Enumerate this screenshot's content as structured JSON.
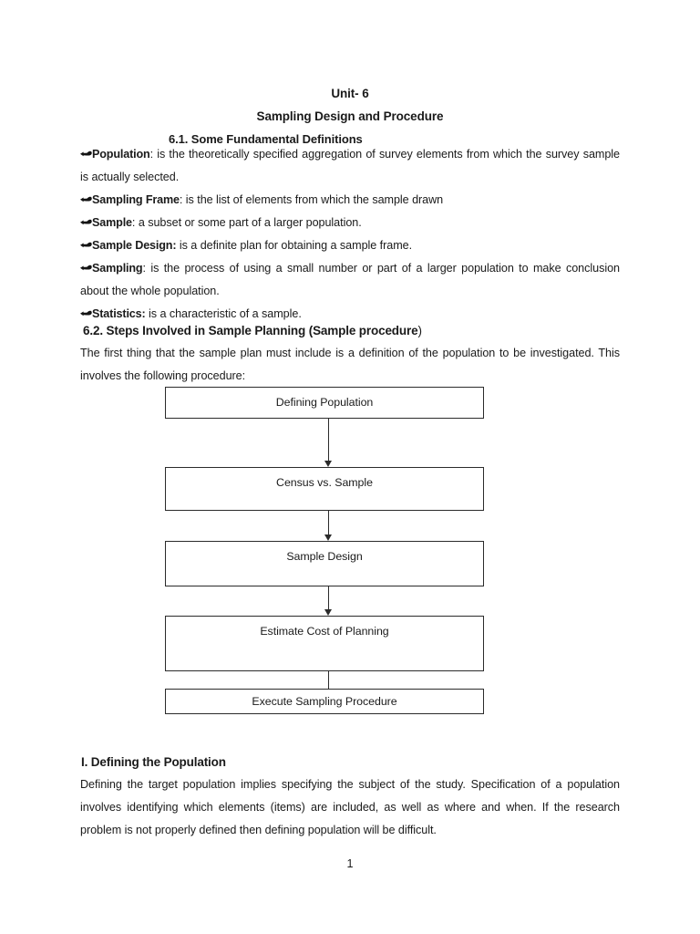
{
  "document": {
    "page_number": "1",
    "header": {
      "unit": "Unit- 6",
      "title": "Sampling Design and Procedure",
      "subsection": "6.1. Some Fundamental Definitions"
    },
    "bullet_icon": "pointing-hand-icon",
    "definitions": [
      {
        "term": "Population",
        "separator": ": ",
        "text": "is the theoretically specified aggregation of survey elements from which the survey sample is actually selected."
      },
      {
        "term": "Sampling Frame",
        "separator": ": ",
        "text": "is the list of elements from which the sample drawn"
      },
      {
        "term": "Sample",
        "separator": ": ",
        "text": "a subset or some part of a larger population."
      },
      {
        "term": "Sample Design:",
        "separator": " ",
        "text": "is a definite plan for obtaining a sample frame."
      },
      {
        "term": "Sampling",
        "separator": ": ",
        "text": "is the process of using a small number or part of a larger population to make conclusion about the whole population."
      },
      {
        "term": "Statistics:",
        "separator": " ",
        "text": "is a characteristic of a sample."
      }
    ],
    "section_62": {
      "heading_bold": "6.2. Steps Involved in Sample Planning (Sample procedure",
      "heading_tail": ")",
      "paragraph": "The first thing that the sample plan must include is a definition of the population to be investigated.  This involves the following procedure:"
    },
    "flowchart": {
      "type": "vertical-flow",
      "boxes": [
        {
          "label": "Defining Population"
        },
        {
          "label": "Census vs. Sample"
        },
        {
          "label": "Sample Design"
        },
        {
          "label": "Estimate Cost of Planning"
        },
        {
          "label": "Execute Sampling Procedure"
        }
      ],
      "connectors": [
        {
          "from": 0,
          "to": 1,
          "arrowhead": true
        },
        {
          "from": 1,
          "to": 2,
          "arrowhead": true
        },
        {
          "from": 2,
          "to": 3,
          "arrowhead": true
        },
        {
          "from": 3,
          "to": 4,
          "arrowhead": false
        }
      ]
    },
    "section_i": {
      "heading": "I.  Defining the Population",
      "paragraph": "Defining the target population implies specifying the subject of the study.  Specification of a population involves identifying which elements (items) are included, as well as where and when.  If the research problem is not properly defined then defining population will be difficult."
    }
  }
}
